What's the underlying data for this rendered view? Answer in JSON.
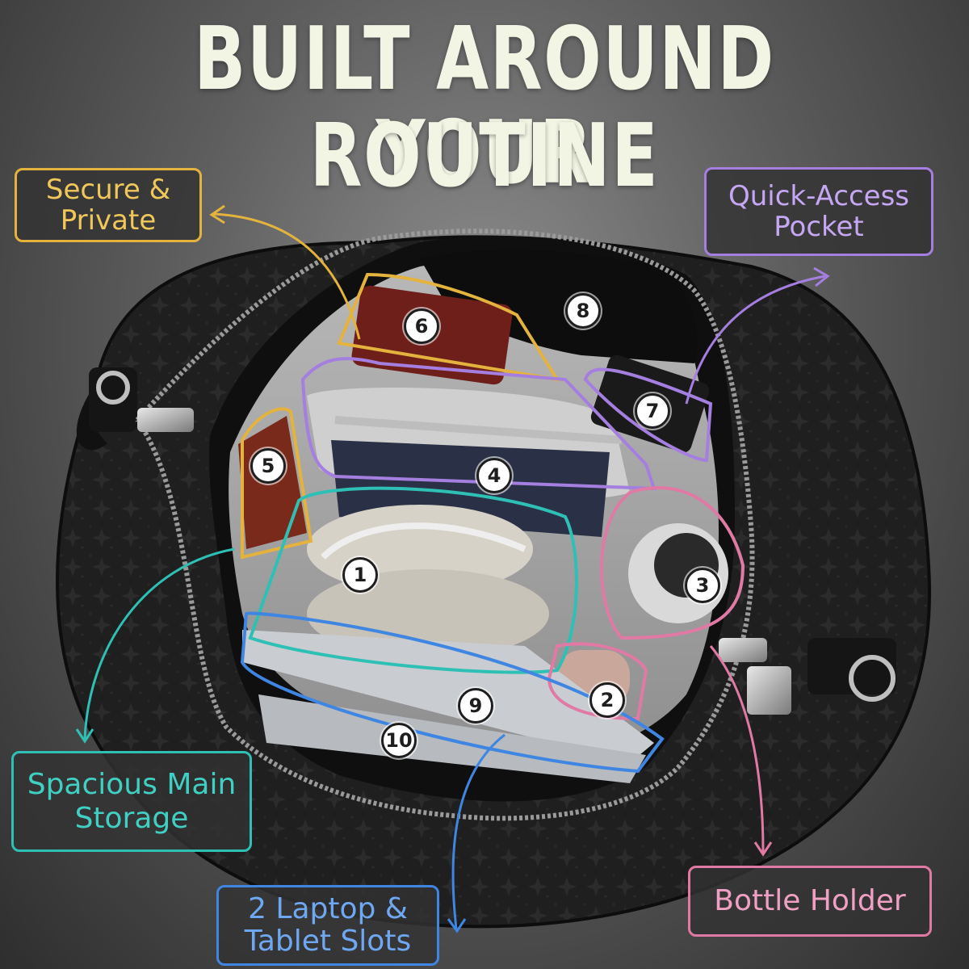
{
  "headline": {
    "line1": "BUILT AROUND YOUR",
    "line2": "ROUTINE"
  },
  "callouts": {
    "secure": {
      "line1": "Secure &",
      "line2": "Private"
    },
    "quick": {
      "line1": "Quick-Access",
      "line2": "Pocket"
    },
    "main": {
      "line1": "Spacious Main",
      "line2": "Storage"
    },
    "laptop": {
      "line1": "2 Laptop &",
      "line2": "Tablet Slots"
    },
    "bottle": {
      "line1": "Bottle Holder"
    }
  },
  "compartment_numbers": [
    "1",
    "2",
    "3",
    "4",
    "5",
    "6",
    "7",
    "8",
    "9",
    "10"
  ],
  "colors": {
    "headline": "#f2f5e4",
    "secure": "#e3b33e",
    "quick": "#a57fe0",
    "main": "#2fc0b5",
    "laptop": "#3f86e2",
    "bottle": "#e07aa5",
    "felt": "#a9a9a9",
    "bag": "#1c1c1c"
  }
}
